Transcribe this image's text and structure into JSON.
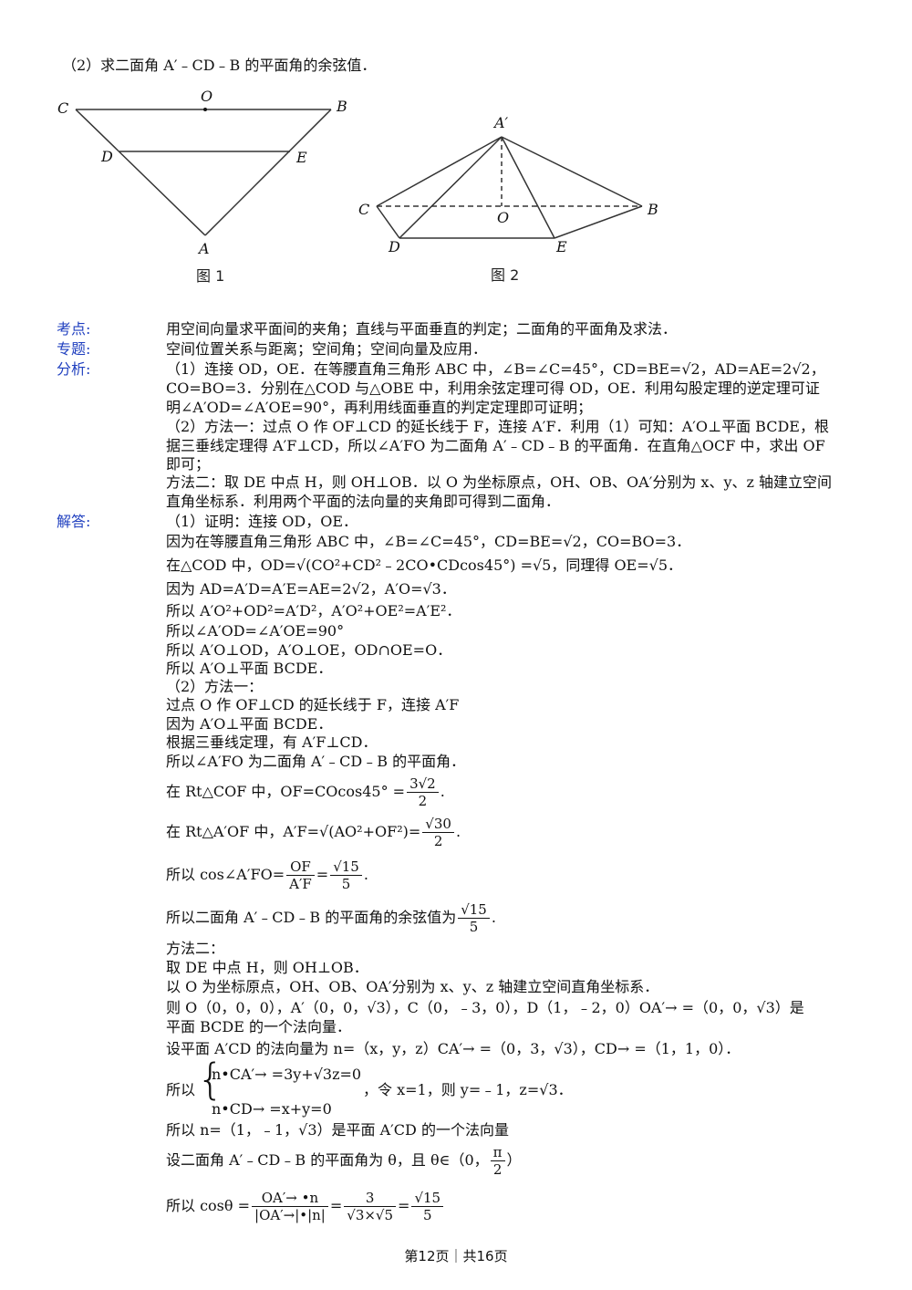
{
  "question": "（2）求二面角 A′﹣CD﹣B 的平面角的余弦值．",
  "figure1": {
    "labels": {
      "C": "C",
      "O": "O",
      "B": "B",
      "D": "D",
      "E": "E",
      "A": "A"
    },
    "caption": "图 1"
  },
  "figure2": {
    "labels": {
      "A": "A′",
      "C": "C",
      "O": "O",
      "B": "B",
      "D": "D",
      "E": "E"
    },
    "caption": "图 2"
  },
  "sections": {
    "kaodian_label": "考点:",
    "kaodian_text": "用空间向量求平面间的夹角；直线与平面垂直的判定；二面角的平面角及求法．",
    "zhuanti_label": "专题:",
    "zhuanti_text": "空间位置关系与距离；空间角；空间向量及应用．",
    "fenxi_label": "分析:",
    "fenxi_lines": [
      "（1）连接 OD，OE．在等腰直角三角形 ABC 中，∠B=∠C=45°，CD=BE=√2，AD=AE=2√2，",
      "CO=BO=3．分别在△COD 与△OBE 中，利用余弦定理可得 OD，OE．利用勾股定理的逆定理可证",
      "明∠A′OD=∠A′OE=90°，再利用线面垂直的判定定理即可证明；",
      "（2）方法一：过点 O 作 OF⊥CD 的延长线于 F，连接 A′F．利用（1）可知：A′O⊥平面 BCDE，根",
      "据三垂线定理得 A′F⊥CD，所以∠A′FO 为二面角 A′﹣CD﹣B 的平面角．在直角△OCF 中，求出 OF",
      "即可；",
      "方法二：取 DE 中点 H，则 OH⊥OB．以 O 为坐标原点，OH、OB、OA′分别为 x、y、z 轴建立空间",
      "直角坐标系．利用两个平面的法向量的夹角即可得到二面角．"
    ],
    "jieda_label": "解答:"
  },
  "solution": {
    "l1": "（1）证明：连接 OD，OE．",
    "l2": "因为在等腰直角三角形 ABC 中，∠B=∠C=45°，CD=BE=√2，CO=BO=3．",
    "l3": "在△COD 中，OD=√(CO²+CD²﹣2CO•CDcos45°) =√5，同理得 OE=√5．",
    "l4": "因为 AD=A′D=A′E=AE=2√2，A′O=√3．",
    "l5": "所以 A′O²+OD²=A′D²，A′O²+OE²=A′E²．",
    "l6": "所以∠A′OD=∠A′OE=90°",
    "l7": "所以 A′O⊥OD，A′O⊥OE，OD∩OE=O．",
    "l8": "所以 A′O⊥平面 BCDE．",
    "l9": "（2）方法一：",
    "l10": "过点 O 作 OF⊥CD 的延长线于 F，连接 A′F",
    "l11": "因为 A′O⊥平面 BCDE．",
    "l12": "根据三垂线定理，有 A′F⊥CD．",
    "l13": "所以∠A′FO 为二面角 A′﹣CD﹣B 的平面角．",
    "l14a": "在 Rt△COF 中，OF=COcos45° =",
    "l14num": "3√2",
    "l14den": "2",
    "l15a": "在 Rt△A′OF 中，A′F=√(AO²+OF²)=",
    "l15num": "√30",
    "l15den": "2",
    "l16a": "所以 cos∠A′FO=",
    "l16num1": "OF",
    "l16den1": "A′F",
    "l16num2": "√15",
    "l16den2": "5",
    "l17a": "所以二面角 A′﹣CD﹣B 的平面角的余弦值为",
    "l17num": "√15",
    "l17den": "5",
    "l18": "方法二：",
    "l19": "取 DE 中点 H，则 OH⊥OB．",
    "l20": "以 O 为坐标原点，OH、OB、OA′分别为 x、y、z 轴建立空间直角坐标系．",
    "l21": "则 O（0，0，0），A′（0，0，√3），C（0，﹣3，0），D（1，﹣2，0）OA′→ =（0，0，√3）是",
    "l22": "平面 BCDE 的一个法向量．",
    "l23": "设平面 A′CD 的法向量为 n=（x，y，z）CA′→ =（0，3，√3），CD→ =（1，1，0）．",
    "l24a": "所以",
    "l24b": "n•CA′→ =3y+√3z=0",
    "l24c": "，令 x=1，则 y=﹣1，z=√3．",
    "l24d": "n•CD→ =x+y=0",
    "l25": "所以 n=（1，﹣1，√3）是平面 A′CD 的一个法向量",
    "l26a": "设二面角 A′﹣CD﹣B 的平面角为 θ，且 θ∈（0，",
    "l26num": "π",
    "l26den": "2",
    "l26b": "）",
    "l27a": "所以 cosθ =",
    "l27num1": "OA′→ •n",
    "l27den1": "|OA′→|•|n|",
    "l27num2": "3",
    "l27den2": "√3×√5",
    "l27num3": "√15",
    "l27den3": "5"
  },
  "footer": "第12页｜共16页"
}
